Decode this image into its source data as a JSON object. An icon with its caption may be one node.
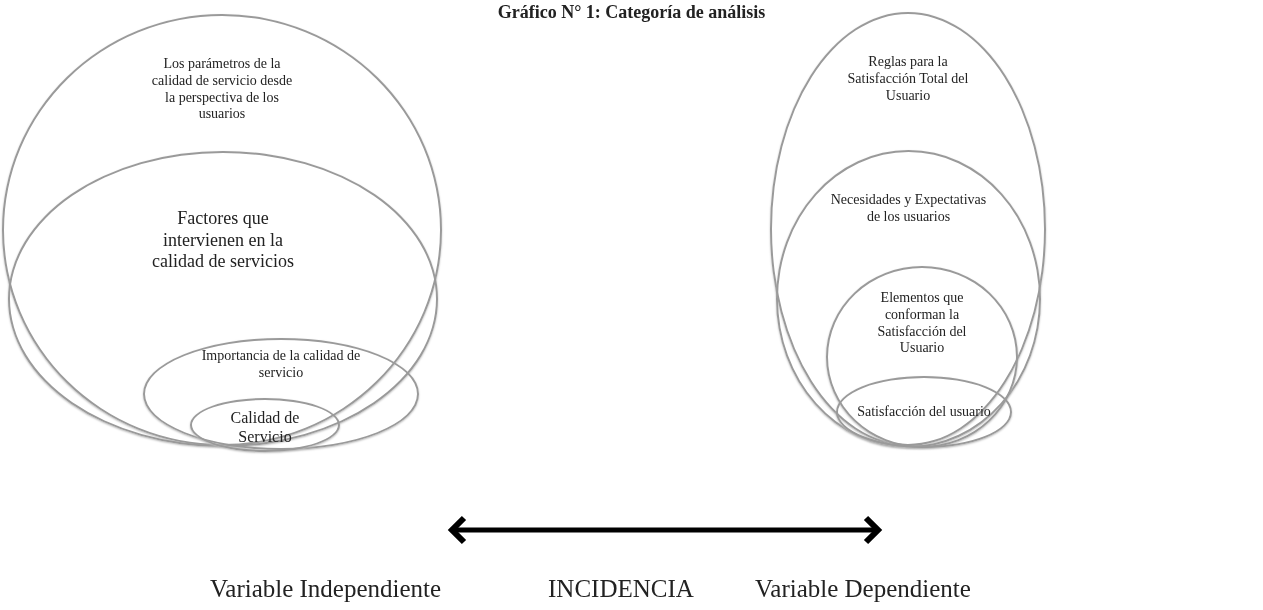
{
  "diagram": {
    "title": "Gráfico N° 1: Categoría de análisis",
    "nodes": [
      {
        "text": [
          "Los parámetros de la calidad de servicio desde la perspectiva de los usuarios"
        ]
      },
      {
        "text": [
          "Factores que intervienen en la calidad de servicios"
        ],
        "in": 0
      },
      {
        "text": [
          "Importancia de la calidad de servicio"
        ],
        "in": 1
      },
      {
        "text": [
          "Calidad de Servicio"
        ],
        "in": 2
      },
      {
        "text": [
          "Reglas para la Satisfacción Total del Usuario"
        ]
      },
      {
        "text": [
          "Necesidades y Expectativas de los usuarios"
        ],
        "in": 4
      },
      {
        "text": [
          "Elementos que conforman la Satisfacción del Usuario"
        ],
        "in": 5
      },
      {
        "text": [
          "Satisfacción del usuario"
        ],
        "in": 6
      }
    ],
    "edges": [
      {
        "from": 0,
        "to": 4,
        "arrow": "both",
        "label": "INCIDENCIA"
      }
    ],
    "labels": [
      "Variable Independiente",
      "Variable Dependiente"
    ]
  }
}
